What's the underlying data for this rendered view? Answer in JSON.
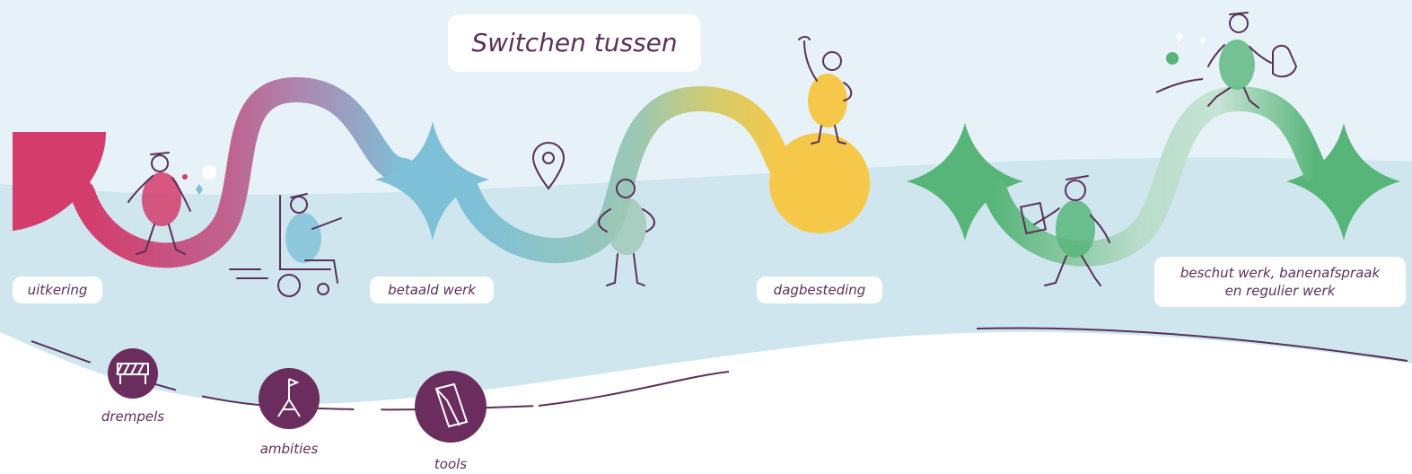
{
  "title": "Switchen tussen",
  "stations": [
    {
      "label": "uitkering"
    },
    {
      "label": "betaald werk"
    },
    {
      "label": "dagbesteding"
    },
    {
      "label_line1": "beschut werk, banenafspraak",
      "label_line2": "en regulier werk"
    }
  ],
  "legend": [
    {
      "label": "drempels",
      "icon": "barrier-icon"
    },
    {
      "label": "ambities",
      "icon": "flag-icon"
    },
    {
      "label": "tools",
      "icon": "document-icon"
    }
  ],
  "colors": {
    "background_light": "#e6f2f7",
    "wave_blue": "#cfe6ef",
    "uitkering": "#d33c6b",
    "betaald_werk": "#7ec0d8",
    "dagbesteding": "#f6c84a",
    "beschut_werk": "#58b57a",
    "outline": "#5a3158"
  }
}
